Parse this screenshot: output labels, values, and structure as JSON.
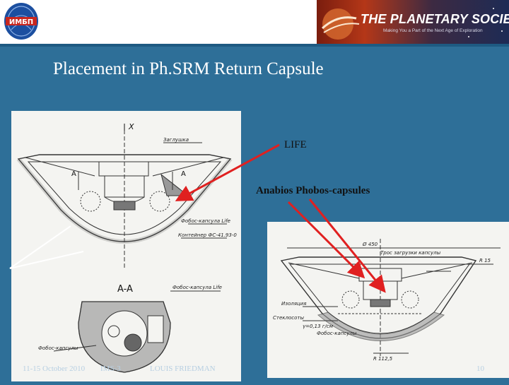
{
  "header": {
    "logo_left_text": "ИМБП",
    "banner_title": "THE PLANETARY SOCIETY",
    "banner_subtitle": "Making You a Part of the Next Age of Exploration"
  },
  "slide": {
    "title": "Placement in Ph.SRM Return Capsule",
    "label_life": "LIFE",
    "label_anabios": "Anabios Phobos-capsules"
  },
  "drawing_left": {
    "axis_label": "X",
    "section_mark": "A",
    "section_title": "A-A",
    "callout_zaglushka": "Заглушка",
    "callout_capsule_life": "Фобос-капсула Life",
    "callout_container": "Контейнер ФС-41.93-0",
    "callout_capsule_life_2": "Фобос-капсула Life",
    "callout_capsules": "Фобос-капсулы"
  },
  "drawing_right": {
    "dim_diameter": "Ø 450",
    "callout_cable": "Трос загрузки капсулы",
    "callout_r15": "R 15",
    "callout_izolyaciya": "Изоляция",
    "callout_steklosoty": "Стеклосоты",
    "callout_density": "γ=0,13 г/см",
    "callout_phobos": "Фобос-капсулы",
    "callout_r1125": "R 112,5"
  },
  "footer": {
    "date": "11-15 October 2010",
    "event": "IMS-3",
    "author": "LOUIS FRIEDMAN",
    "page": "10"
  },
  "colors": {
    "background": "#2e6f98",
    "arrow_red": "#e02020",
    "arrow_white": "#ffffff"
  }
}
